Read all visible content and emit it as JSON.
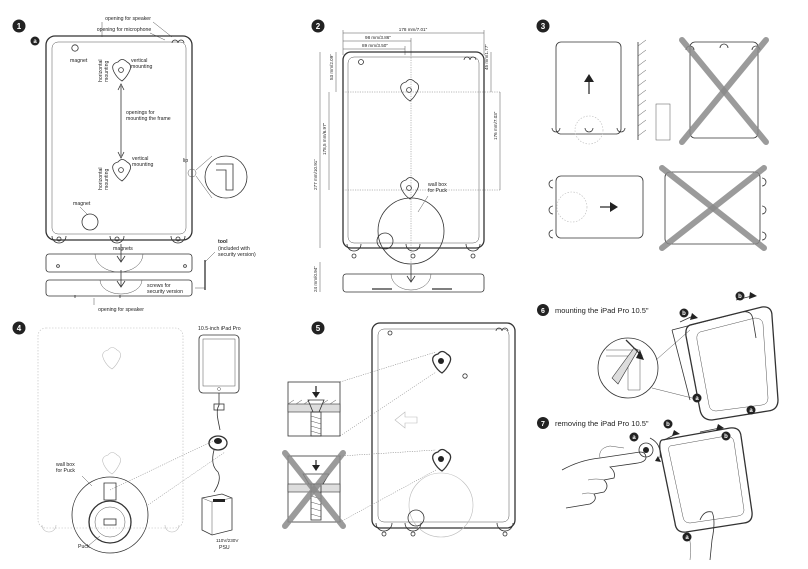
{
  "steps": {
    "s1": "1",
    "s2": "2",
    "s3": "3",
    "s4": "4",
    "s5": "5",
    "s6": "6",
    "s7": "7",
    "sub_a": "a",
    "callout_a": "a",
    "callout_b": "b"
  },
  "panel1": {
    "opening_speaker_top": "opening for speaker",
    "opening_microphone": "opening for microphone",
    "magnet_top": "magnet",
    "vertical_mounting_top": "vertical\nmounting",
    "horizontal_mounting_top": "horizontal\nmounting",
    "openings_frame": "openings for\nmounting the frame",
    "vertical_mounting_bottom": "vertical\nmounting",
    "horizontal_mounting_bottom": "horizontal\nmounting",
    "lip": "lip",
    "magnet_bottom": "magnet",
    "magnets": "magnets",
    "tool": "tool",
    "tool_note": "(included with\nsecurity version)",
    "screws": "screws for\nsecurity version",
    "opening_speaker_bottom": "opening for speaker"
  },
  "panel2": {
    "dim_width": "178 mm/7.01\"",
    "dim_98": "98 mm/3.86\"",
    "dim_89": "89 mm/3.50\"",
    "dim_53": "53 mm/2.09\"",
    "dim_45": "45 mm/1.77\"",
    "dim_178_5": "178,5 mm/6.97\"",
    "dim_176": "176 mm/7.03\"",
    "dim_277": "277 mm/10.91\"",
    "dim_24": "24 mm/0.94\"",
    "wall_box": "wall box\nfor Puck"
  },
  "panel4": {
    "ipad_label": "10.5-inch iPad Pro",
    "wall_box": "wall box\nfor Puck",
    "puck": "Puck",
    "psu_voltage": "110V/230V",
    "psu": "PSU"
  },
  "panel6": {
    "title": "mounting the iPad Pro 10.5\""
  },
  "panel7": {
    "title": "removing the iPad Pro 10.5\""
  }
}
